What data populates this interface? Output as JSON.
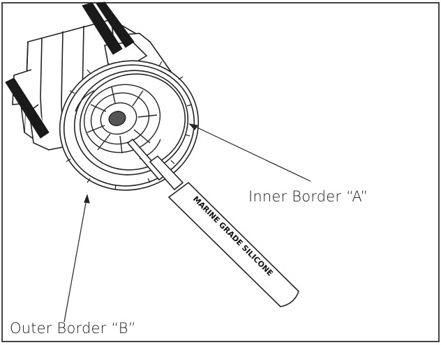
{
  "labels": {
    "inner_border": "Inner Border “A”",
    "outer_border": "Outer Border “B”",
    "tube": "MARINE GRADE SILICONE"
  },
  "colors": {
    "line": "#222222",
    "strap": "#1a1a1a",
    "frame": "#444444",
    "background": "#ffffff"
  }
}
